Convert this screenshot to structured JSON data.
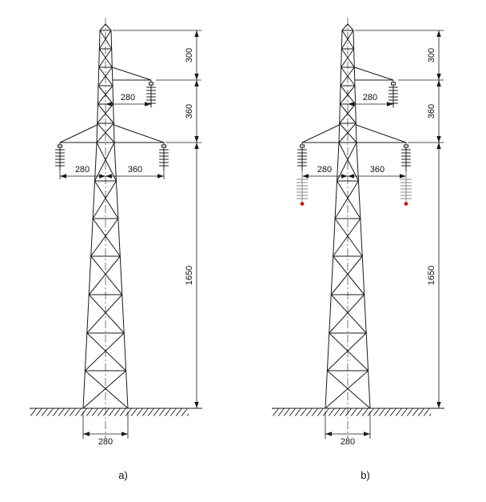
{
  "figure": {
    "type": "technical-drawing",
    "subject": "lattice transmission tower, variant a without and variant b with line surge arresters",
    "captions": {
      "a": "a)",
      "b": "b)"
    },
    "dimensions": {
      "top_to_upper_crossarm": "300",
      "upper_to_lower_crossarm": "360",
      "upper_insulator_offset": "280",
      "lower_left_insulator_offset": "280",
      "lower_right_insulator_offset": "360",
      "lower_crossarm_to_ground": "1650",
      "base_width": "280"
    },
    "colors": {
      "line": "#1a1a1a",
      "arrester_body": "#9a9a9a",
      "arrester_tip": "#cc0000",
      "background": "#ffffff"
    }
  }
}
